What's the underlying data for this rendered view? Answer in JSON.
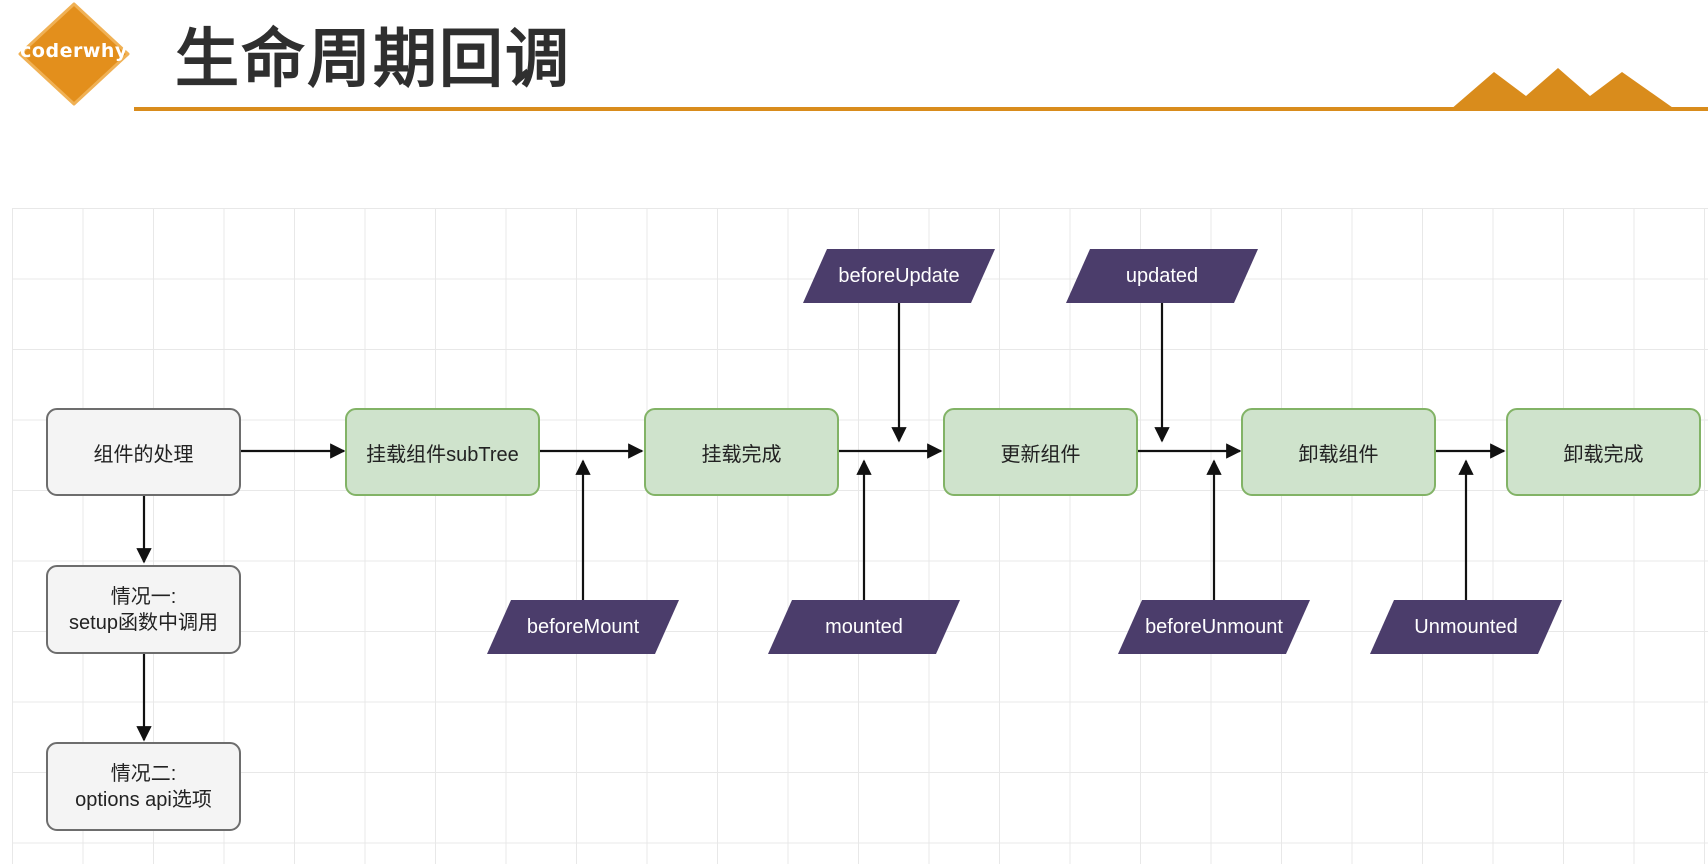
{
  "logo": {
    "text": "coderwhy",
    "color": "#e38f1c"
  },
  "header": {
    "title": "生命周期回调",
    "accent": "#d98c1c"
  },
  "colors": {
    "node_gray_fill": "#f4f4f4",
    "node_gray_border": "#6d6d6d",
    "node_green_fill": "#cfe3cc",
    "node_green_border": "#82b366",
    "hook_fill": "#4b3d6b",
    "arrow": "#111111",
    "grid": "#e8e8e8"
  },
  "nodes": {
    "process": "组件的处理",
    "mount_subtree": "挂载组件subTree",
    "mounted_done": "挂载完成",
    "update": "更新组件",
    "unmount": "卸载组件",
    "unmount_done": "卸载完成",
    "case1": {
      "line1": "情况一:",
      "line2": "setup函数中调用"
    },
    "case2": {
      "line1": "情况二:",
      "line2": "options api选项"
    }
  },
  "hooks": {
    "beforeMount": "beforeMount",
    "mounted": "mounted",
    "beforeUpdate": "beforeUpdate",
    "updated": "updated",
    "beforeUnmount": "beforeUnmount",
    "unmounted": "Unmounted"
  }
}
